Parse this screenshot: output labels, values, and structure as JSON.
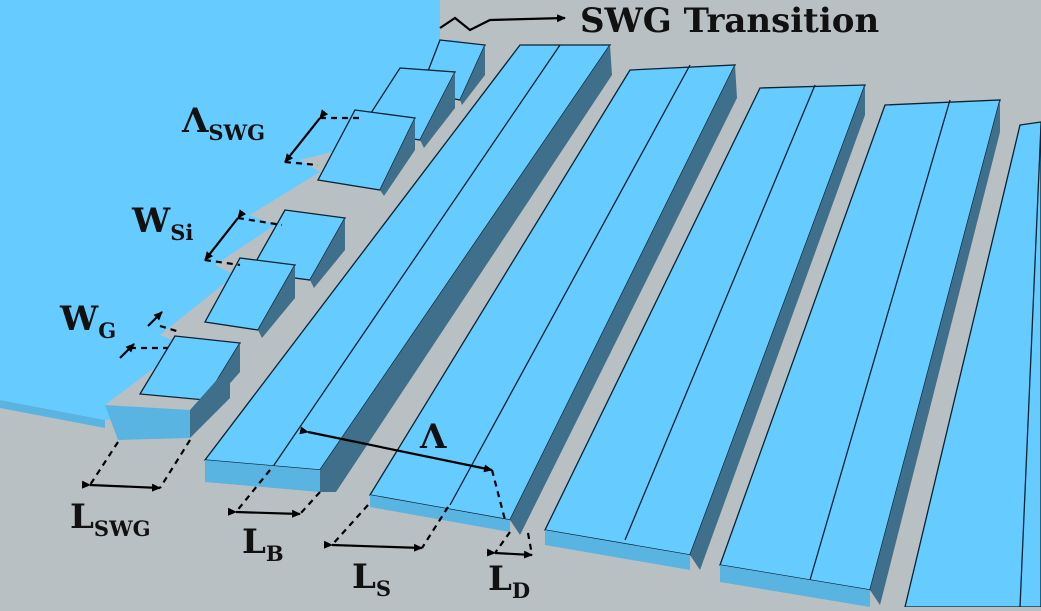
{
  "colors": {
    "background": "#b9c0c4",
    "silicon_top": "#66ccff",
    "silicon_side": "#3f6f8a",
    "silicon_front": "#5ab4e2",
    "arrows": "#000000"
  },
  "labels": {
    "transition": "SWG Transition",
    "lambda_swg": {
      "main": "Λ",
      "sub": "SWG"
    },
    "w_si": {
      "main": "W",
      "sub": "Si"
    },
    "w_g": {
      "main": "W",
      "sub": "G"
    },
    "l_swg": {
      "main": "L",
      "sub": "SWG"
    },
    "l_b": {
      "main": "L",
      "sub": "B"
    },
    "l_s": {
      "main": "L",
      "sub": "S"
    },
    "l_d": {
      "main": "L",
      "sub": "D"
    },
    "lambda": "Λ"
  }
}
